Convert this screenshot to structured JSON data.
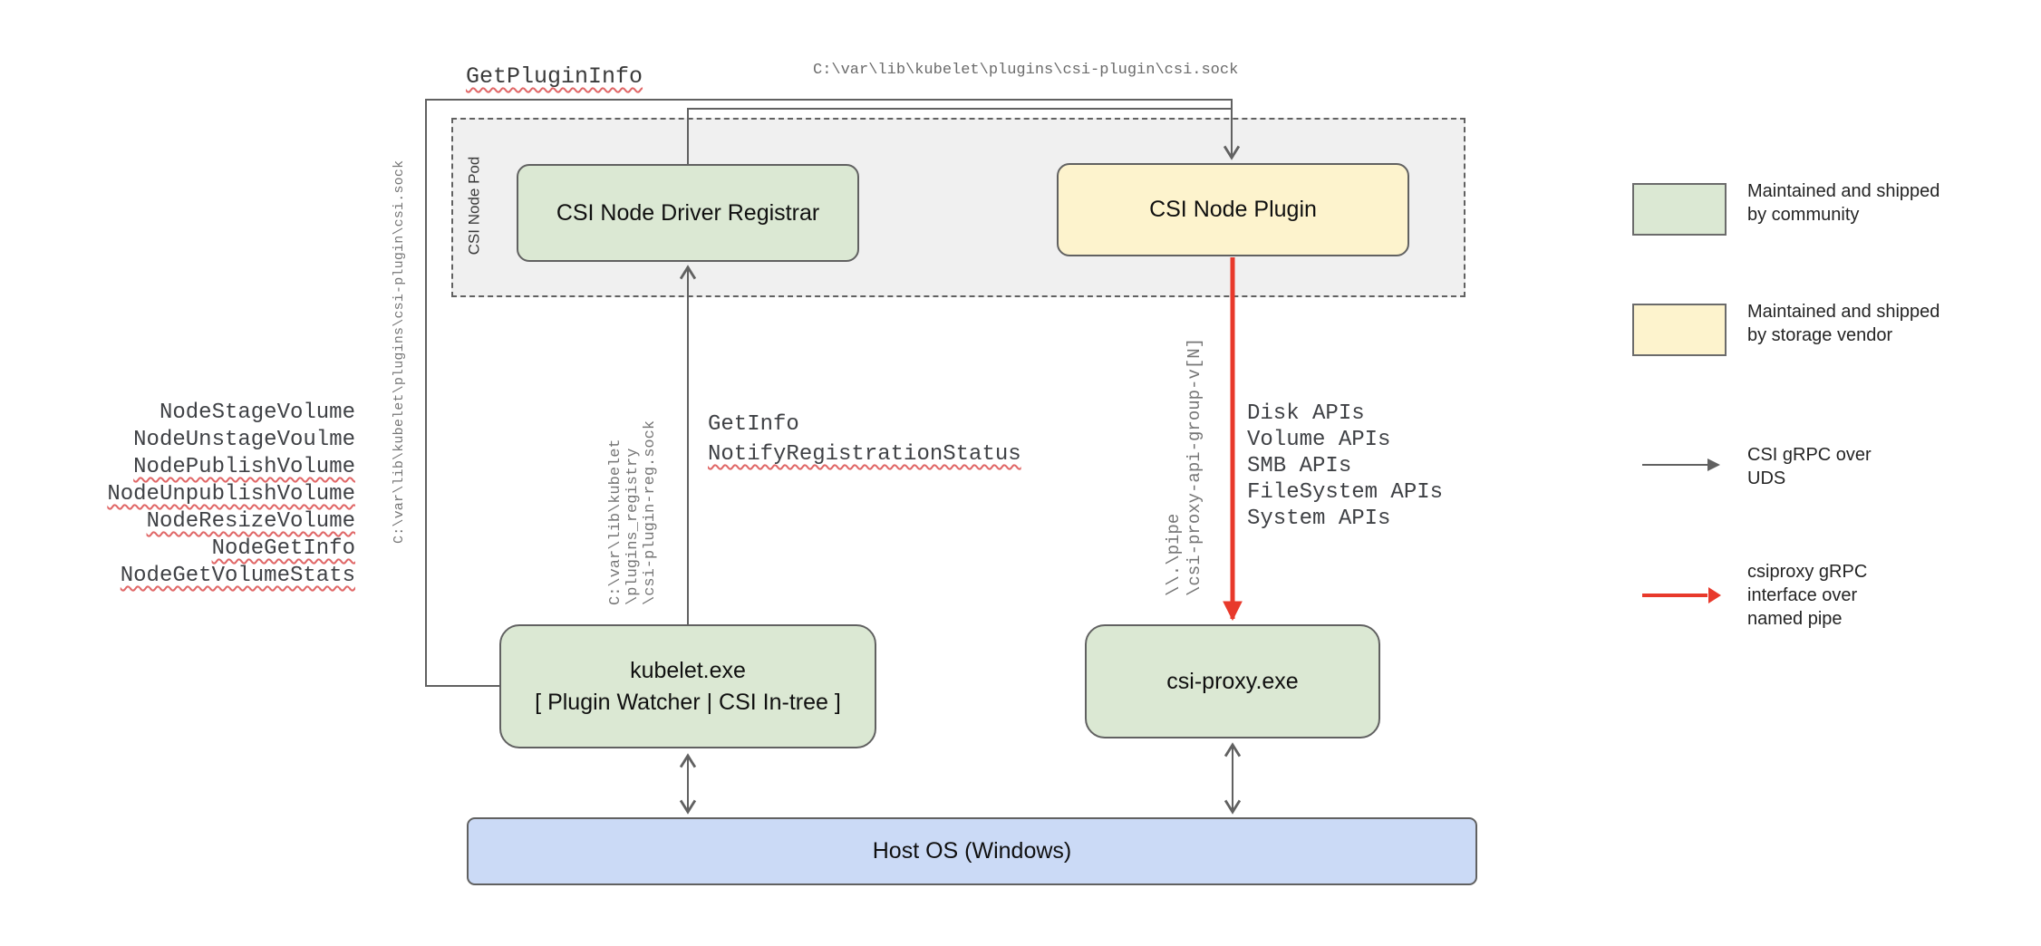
{
  "colors": {
    "community_green": "#dbe8d3",
    "vendor_yellow": "#fdf3cd",
    "host_blue": "#cbdaf6",
    "pod_gray_bg": "#f0f0f0",
    "stroke_gray": "#616161",
    "arrow_red": "#e8392b",
    "squiggle_red": "#e06666",
    "path_text_gray": "#767676",
    "api_text_dark": "#3f4145"
  },
  "top": {
    "get_plugin_info": {
      "text": "GetPluginInfo",
      "misspelled": true
    },
    "csi_sock_path": "C:\\var\\lib\\kubelet\\plugins\\csi-plugin\\csi.sock"
  },
  "pod": {
    "label": "CSI Node Pod"
  },
  "nodes": {
    "registrar": {
      "label": "CSI Node Driver Registrar"
    },
    "plugin": {
      "label": "CSI Node Plugin"
    },
    "kubelet": {
      "line1": "kubelet.exe",
      "line2": "[ Plugin Watcher | CSI In-tree ]"
    },
    "csi_proxy": {
      "label": "csi-proxy.exe"
    },
    "host_os": {
      "label": "Host OS (Windows)"
    }
  },
  "left_panel": {
    "csi_sock_vertical": "C:\\var\\lib\\kubelet\\plugins\\csi-plugin\\csi.sock",
    "node_apis": [
      {
        "text": "NodeStageVolume",
        "misspelled": false
      },
      {
        "text": "NodeUnstageVoulme",
        "misspelled": false
      },
      {
        "text": "NodePublishVolume",
        "misspelled": true
      },
      {
        "text": "NodeUnpublishVolume",
        "misspelled": true
      },
      {
        "text": "NodeResizeVolume",
        "misspelled": true
      },
      {
        "text": "NodeGetInfo",
        "misspelled": true
      },
      {
        "text": "NodeGetVolumeStats",
        "misspelled": true
      }
    ]
  },
  "registration": {
    "reg_sock_lines": [
      "C:\\var\\lib\\kubelet",
      "\\plugins_registry",
      "\\csi-plugin-reg.sock"
    ],
    "calls": [
      {
        "text": "GetInfo",
        "misspelled": false
      },
      {
        "text": "NotifyRegistrationStatus",
        "misspelled": true
      }
    ]
  },
  "proxy_channel": {
    "pipe_lines": [
      "\\\\.\\pipe",
      "\\csi-proxy-api-group-v[N]"
    ],
    "apis": [
      "Disk APIs",
      "Volume APIs",
      "SMB APIs",
      "FileSystem APIs",
      "System APIs"
    ]
  },
  "legend": {
    "items": [
      {
        "type": "swatch-green",
        "lines": [
          "Maintained and shipped",
          "by community"
        ]
      },
      {
        "type": "swatch-yellow",
        "lines": [
          "Maintained and shipped",
          "by storage vendor"
        ]
      },
      {
        "type": "arrow-gray",
        "lines": [
          "CSI gRPC over",
          "UDS"
        ]
      },
      {
        "type": "arrow-red",
        "lines": [
          "csiproxy gRPC",
          "interface over",
          "named pipe"
        ]
      }
    ]
  }
}
